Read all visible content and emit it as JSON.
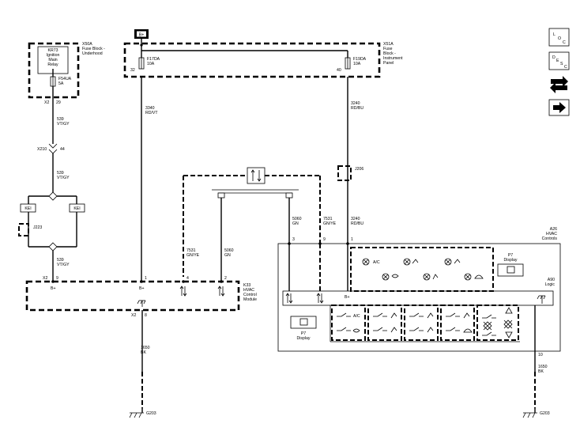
{
  "battery": "B+",
  "fuse_block_underhood": {
    "id": "X50A",
    "desc": [
      "Fuse Block -",
      "Underhood"
    ],
    "relay": [
      "KR73",
      "Ignition",
      "Main",
      "Relay"
    ],
    "fuse": [
      "F54UA",
      "5A"
    ],
    "conn": "X2",
    "pin": "29"
  },
  "fuse_block_ip": {
    "id": "X51A",
    "desc": [
      "Fuse",
      "Block -",
      "Instrument",
      "Panel"
    ],
    "fuse_left": [
      "F17DA",
      "10A"
    ],
    "pin_left": "32",
    "fuse_right": [
      "F19DA",
      "10A"
    ],
    "pin_right": "40"
  },
  "wires": {
    "w1": [
      "539",
      "VT/GY"
    ],
    "w2": [
      "539",
      "VT/GY"
    ],
    "w3": [
      "539",
      "VT/GY"
    ],
    "w3340": [
      "3340",
      "RD/VT"
    ],
    "w3240a": [
      "3240",
      "RD/BU"
    ],
    "w3240b": [
      "3240",
      "RD/BU"
    ],
    "w7531a": [
      "7531",
      "GN/YE"
    ],
    "w5060a": [
      "5060",
      "GN"
    ],
    "w5060b": [
      "5060",
      "GN"
    ],
    "w7531b": [
      "7531",
      "GN/YE"
    ],
    "w1650a": [
      "1650",
      "BK"
    ],
    "w1650b": [
      "1650",
      "BK"
    ]
  },
  "x210": {
    "label": "X210",
    "pin": "44"
  },
  "j206": "J206",
  "j223": "J223",
  "kei": [
    "KEI",
    "KEI"
  ],
  "k33": {
    "conn": "X2",
    "pins": [
      "9",
      "1",
      "4",
      "2"
    ],
    "gnd_pin": "8",
    "bplus": [
      "B+",
      "B+"
    ],
    "desc": [
      "K33",
      "HVAC",
      "Control",
      "Module"
    ]
  },
  "a26": {
    "desc": [
      "A26",
      "HVAC",
      "Controls"
    ],
    "pins": [
      "3",
      "9",
      "1"
    ],
    "gnd_pin": "10",
    "bplus": "B+",
    "p7_top": [
      "P7",
      "Display"
    ],
    "p7_bottom": [
      "P7",
      "Display"
    ],
    "a90": [
      "A90",
      "Logic"
    ],
    "ac": "A/C"
  },
  "grounds": [
    "G203",
    "G203"
  ],
  "side_icons": [
    "loc-icon",
    "desc-icon",
    "connector-icon",
    "arrow-icon"
  ],
  "loc_text": [
    "L",
    "O",
    "C"
  ],
  "desc_text": [
    "D",
    "E",
    "S",
    "C"
  ]
}
